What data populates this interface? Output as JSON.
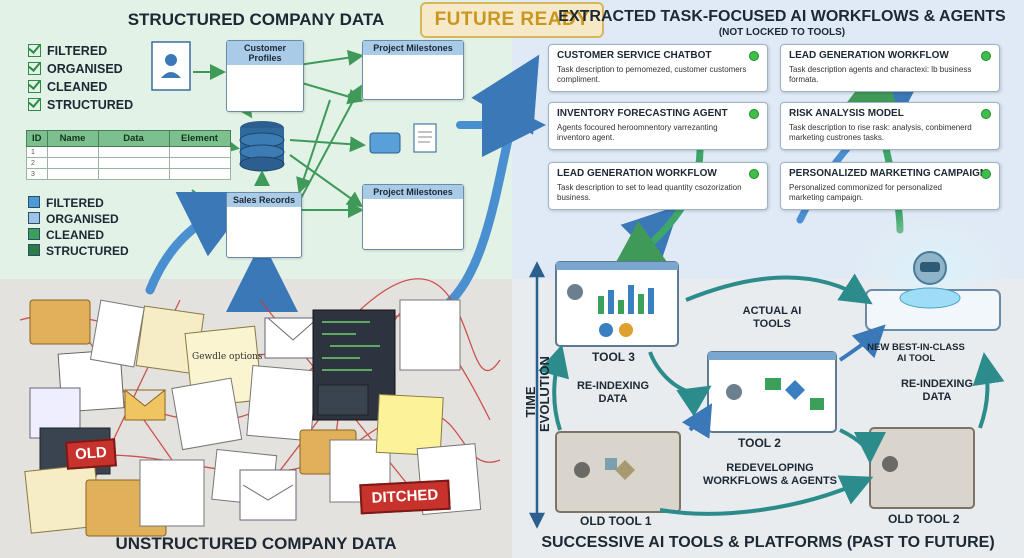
{
  "future_label": "FUTURE READY",
  "top_left": {
    "title": "STRUCTURED COMPANY DATA",
    "checks": [
      "FILTERED",
      "ORGANISED",
      "CLEANED",
      "STRUCTURED"
    ],
    "legend": [
      "FILTERED",
      "ORGANISED",
      "CLEANED",
      "STRUCTURED"
    ],
    "legend_colors": [
      "#4f9ad6",
      "#9cc3e6",
      "#3aa05a",
      "#2e7d46"
    ],
    "table_headers": [
      "ID",
      "Name",
      "Data",
      "Element"
    ],
    "table_ids": [
      "1",
      "2",
      "3"
    ],
    "card_customer": "Customer Profiles",
    "card_project_top": "Project Milestones",
    "card_sales": "Sales Records",
    "card_project_bottom": "Project Milestones"
  },
  "top_right": {
    "title": "EXTRACTED TASK-FOCUSED AI WORKFLOWS & AGENTS",
    "subtitle": "(NOT LOCKED TO TOOLS)",
    "workflows": [
      {
        "name": "CUSTOMER SERVICE CHATBOT",
        "desc": "Task description to pernomezed, customer customers compliment."
      },
      {
        "name": "LEAD GENERATION WORKFLOW",
        "desc": "Task description agents and charactexi: lb business formata."
      },
      {
        "name": "INVENTORY FORECASTING AGENT",
        "desc": "Agents focoured heroomnentory varrezanting inventoro agent."
      },
      {
        "name": "RISK ANALYSIS MODEL",
        "desc": "Task description to rise rask: analysis, conbimenerd marketing custrones tasks."
      },
      {
        "name": "LEAD GENERATION WORKFLOW",
        "desc": "Task description to set to lead quantity csozorization business."
      },
      {
        "name": "PERSONALIZED MARKETING CAMPAIGN",
        "desc": "Personalized commonized for personalized marketing campaign."
      }
    ]
  },
  "bottom_left": {
    "title": "UNSTRUCTURED COMPANY DATA",
    "stamp_old": "OLD",
    "stamp_ditched": "DITCHED",
    "note_options": "Gewdle options"
  },
  "bottom_right": {
    "title": "SUCCESSIVE AI TOOLS & PLATFORMS (PAST TO FUTURE)",
    "time_axis": "TIME EVOLUTION",
    "tool3": "TOOL 3",
    "tool2": "TOOL 2",
    "old_tool1": "OLD TOOL 1",
    "old_tool2": "OLD TOOL 2",
    "actual": "ACTUAL AI TOOLS",
    "new_best": "NEW BEST-IN-CLASS AI TOOL",
    "reindex_left": "RE-INDEXING DATA",
    "reindex_right": "RE-INDEXING DATA",
    "redevelop": "REDEVELOPING WORKFLOWS & AGENTS"
  }
}
